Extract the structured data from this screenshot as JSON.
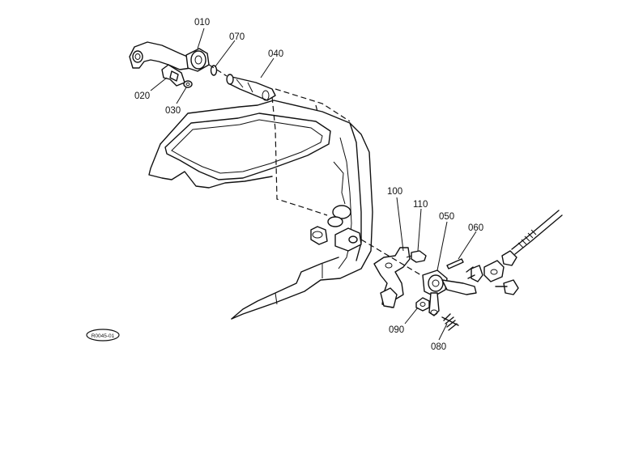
{
  "diagram": {
    "part_labels": {
      "p010": "010",
      "p070": "070",
      "p040": "040",
      "p020": "020",
      "p030": "030",
      "p100": "100",
      "p110": "110",
      "p050": "050",
      "p060": "060",
      "p090": "090",
      "p080": "080"
    },
    "figure_code": "R0045-01"
  }
}
